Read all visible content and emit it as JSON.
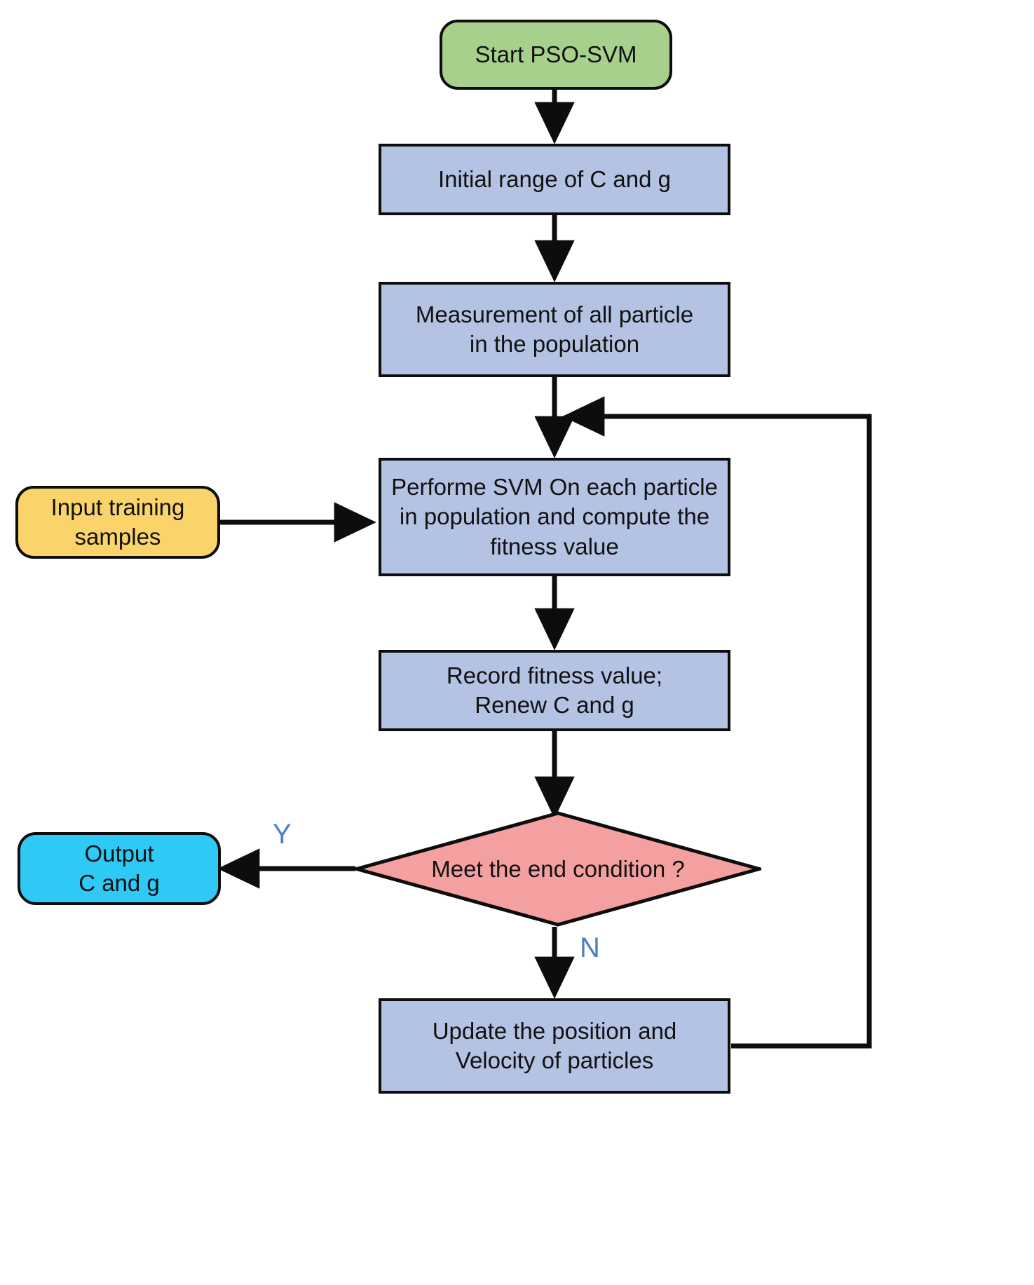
{
  "diagram": {
    "title": "PSO-SVM flowchart",
    "type": "flowchart",
    "colors": {
      "start_fill": "#a8d08d",
      "process_fill": "#b4c3e3",
      "input_fill": "#fad46b",
      "output_fill": "#2ec9f5",
      "decision_fill": "#f4a0a0",
      "stroke": "#0d0d0d",
      "edge_label": "#4c7fc4"
    },
    "nodes": {
      "start": {
        "label": "Start PSO-SVM",
        "shape": "rounded-rectangle"
      },
      "initial_range": {
        "label": "Initial range of C and g",
        "shape": "rectangle"
      },
      "measurement": {
        "label": "Measurement of all particle\nin the population",
        "shape": "rectangle"
      },
      "input_samples": {
        "label": "Input training\nsamples",
        "shape": "rounded-rectangle"
      },
      "perform_svm": {
        "label": "Performe SVM On each particle\nin population and compute the\nfitness value",
        "shape": "rectangle"
      },
      "record_fitness": {
        "label": "Record fitness value;\nRenew C and g",
        "shape": "rectangle"
      },
      "decision": {
        "label": "Meet the end condition ?",
        "shape": "diamond"
      },
      "output": {
        "label": "Output\nC and g",
        "shape": "rounded-rectangle"
      },
      "update_particles": {
        "label": "Update the position and\nVelocity of particles",
        "shape": "rectangle"
      }
    },
    "edge_labels": {
      "yes": "Y",
      "no": "N"
    }
  }
}
